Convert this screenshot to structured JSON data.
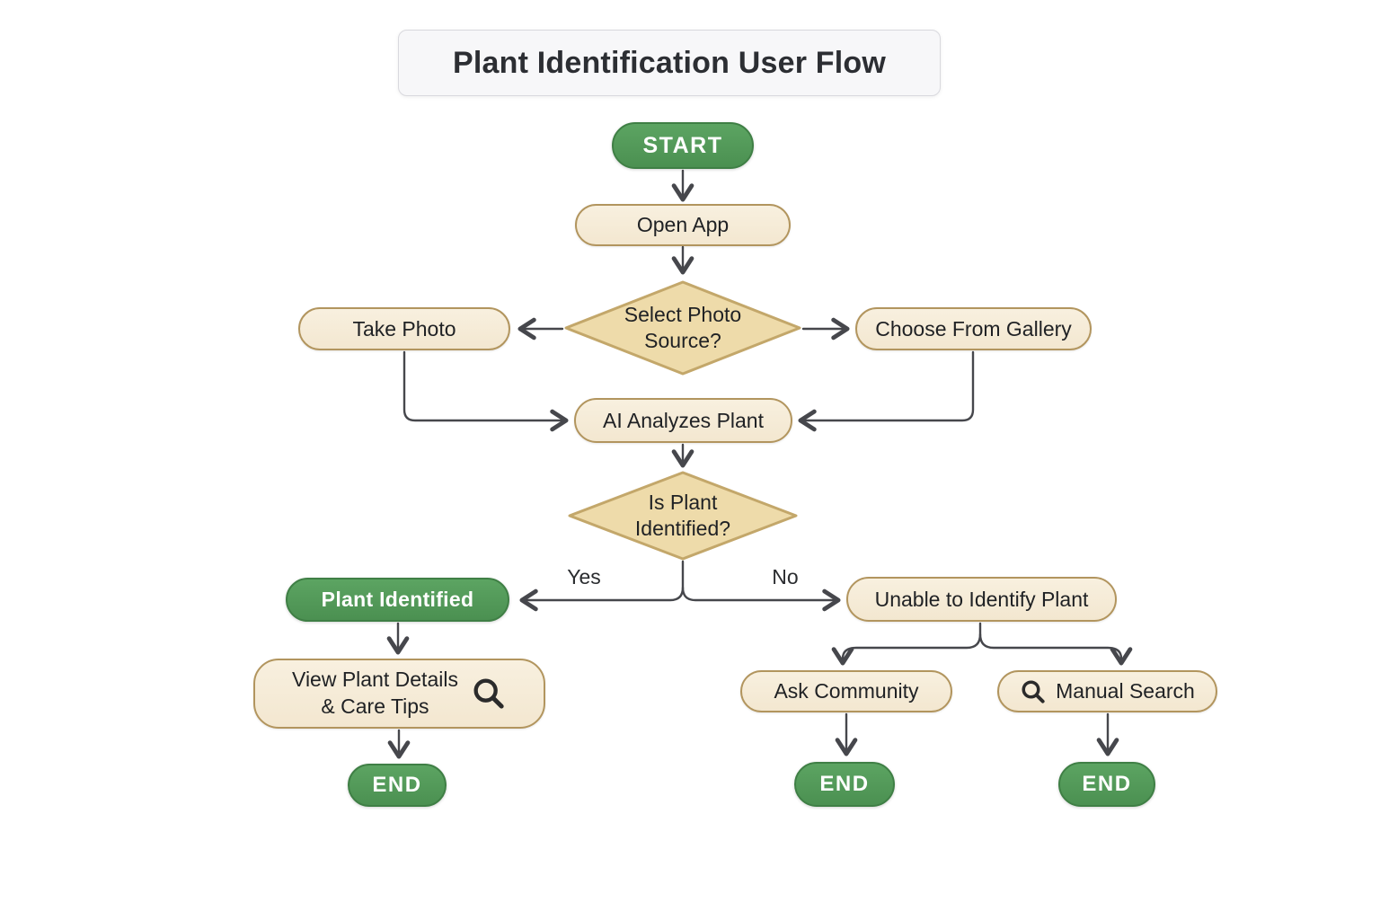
{
  "title": "Plant Identification User Flow",
  "edge_labels": {
    "yes": "Yes",
    "no": "No"
  },
  "nodes": {
    "start": {
      "label": "START",
      "type": "terminal"
    },
    "open_app": {
      "label": "Open App",
      "type": "process"
    },
    "select_photo_source": {
      "line1": "Select Photo",
      "line2": "Source?",
      "type": "decision"
    },
    "take_photo": {
      "label": "Take Photo",
      "type": "process"
    },
    "choose_from_gallery": {
      "label": "Choose From Gallery",
      "type": "process"
    },
    "ai_analyzes_plant": {
      "label": "AI Analyzes Plant",
      "type": "process"
    },
    "is_plant_identified": {
      "line1": "Is Plant",
      "line2": "Identified?",
      "type": "decision"
    },
    "plant_identified": {
      "label": "Plant Identified",
      "type": "result"
    },
    "unable_to_identify": {
      "label": "Unable to Identify Plant",
      "type": "process"
    },
    "view_plant_details": {
      "line1": "View Plant Details",
      "line2": "& Care Tips",
      "icon": "search-icon",
      "type": "process"
    },
    "ask_community": {
      "label": "Ask Community",
      "type": "process"
    },
    "manual_search": {
      "label": "Manual Search",
      "icon": "search-icon",
      "type": "process"
    },
    "end_left": {
      "label": "END",
      "type": "terminal"
    },
    "end_center": {
      "label": "END",
      "type": "terminal"
    },
    "end_right": {
      "label": "END",
      "type": "terminal"
    }
  },
  "colors": {
    "terminal_fill": "#4f9454",
    "terminal_border": "#3f7f45",
    "process_fill": "#f6ecd8",
    "process_border": "#b2955e",
    "decision_fill": "#eedbaa",
    "decision_border": "#c3a76a",
    "connector": "#46474c",
    "text": "#1f2124",
    "title_bg": "#f7f7f9",
    "title_border": "#d9d9de",
    "background": "#ffffff"
  }
}
